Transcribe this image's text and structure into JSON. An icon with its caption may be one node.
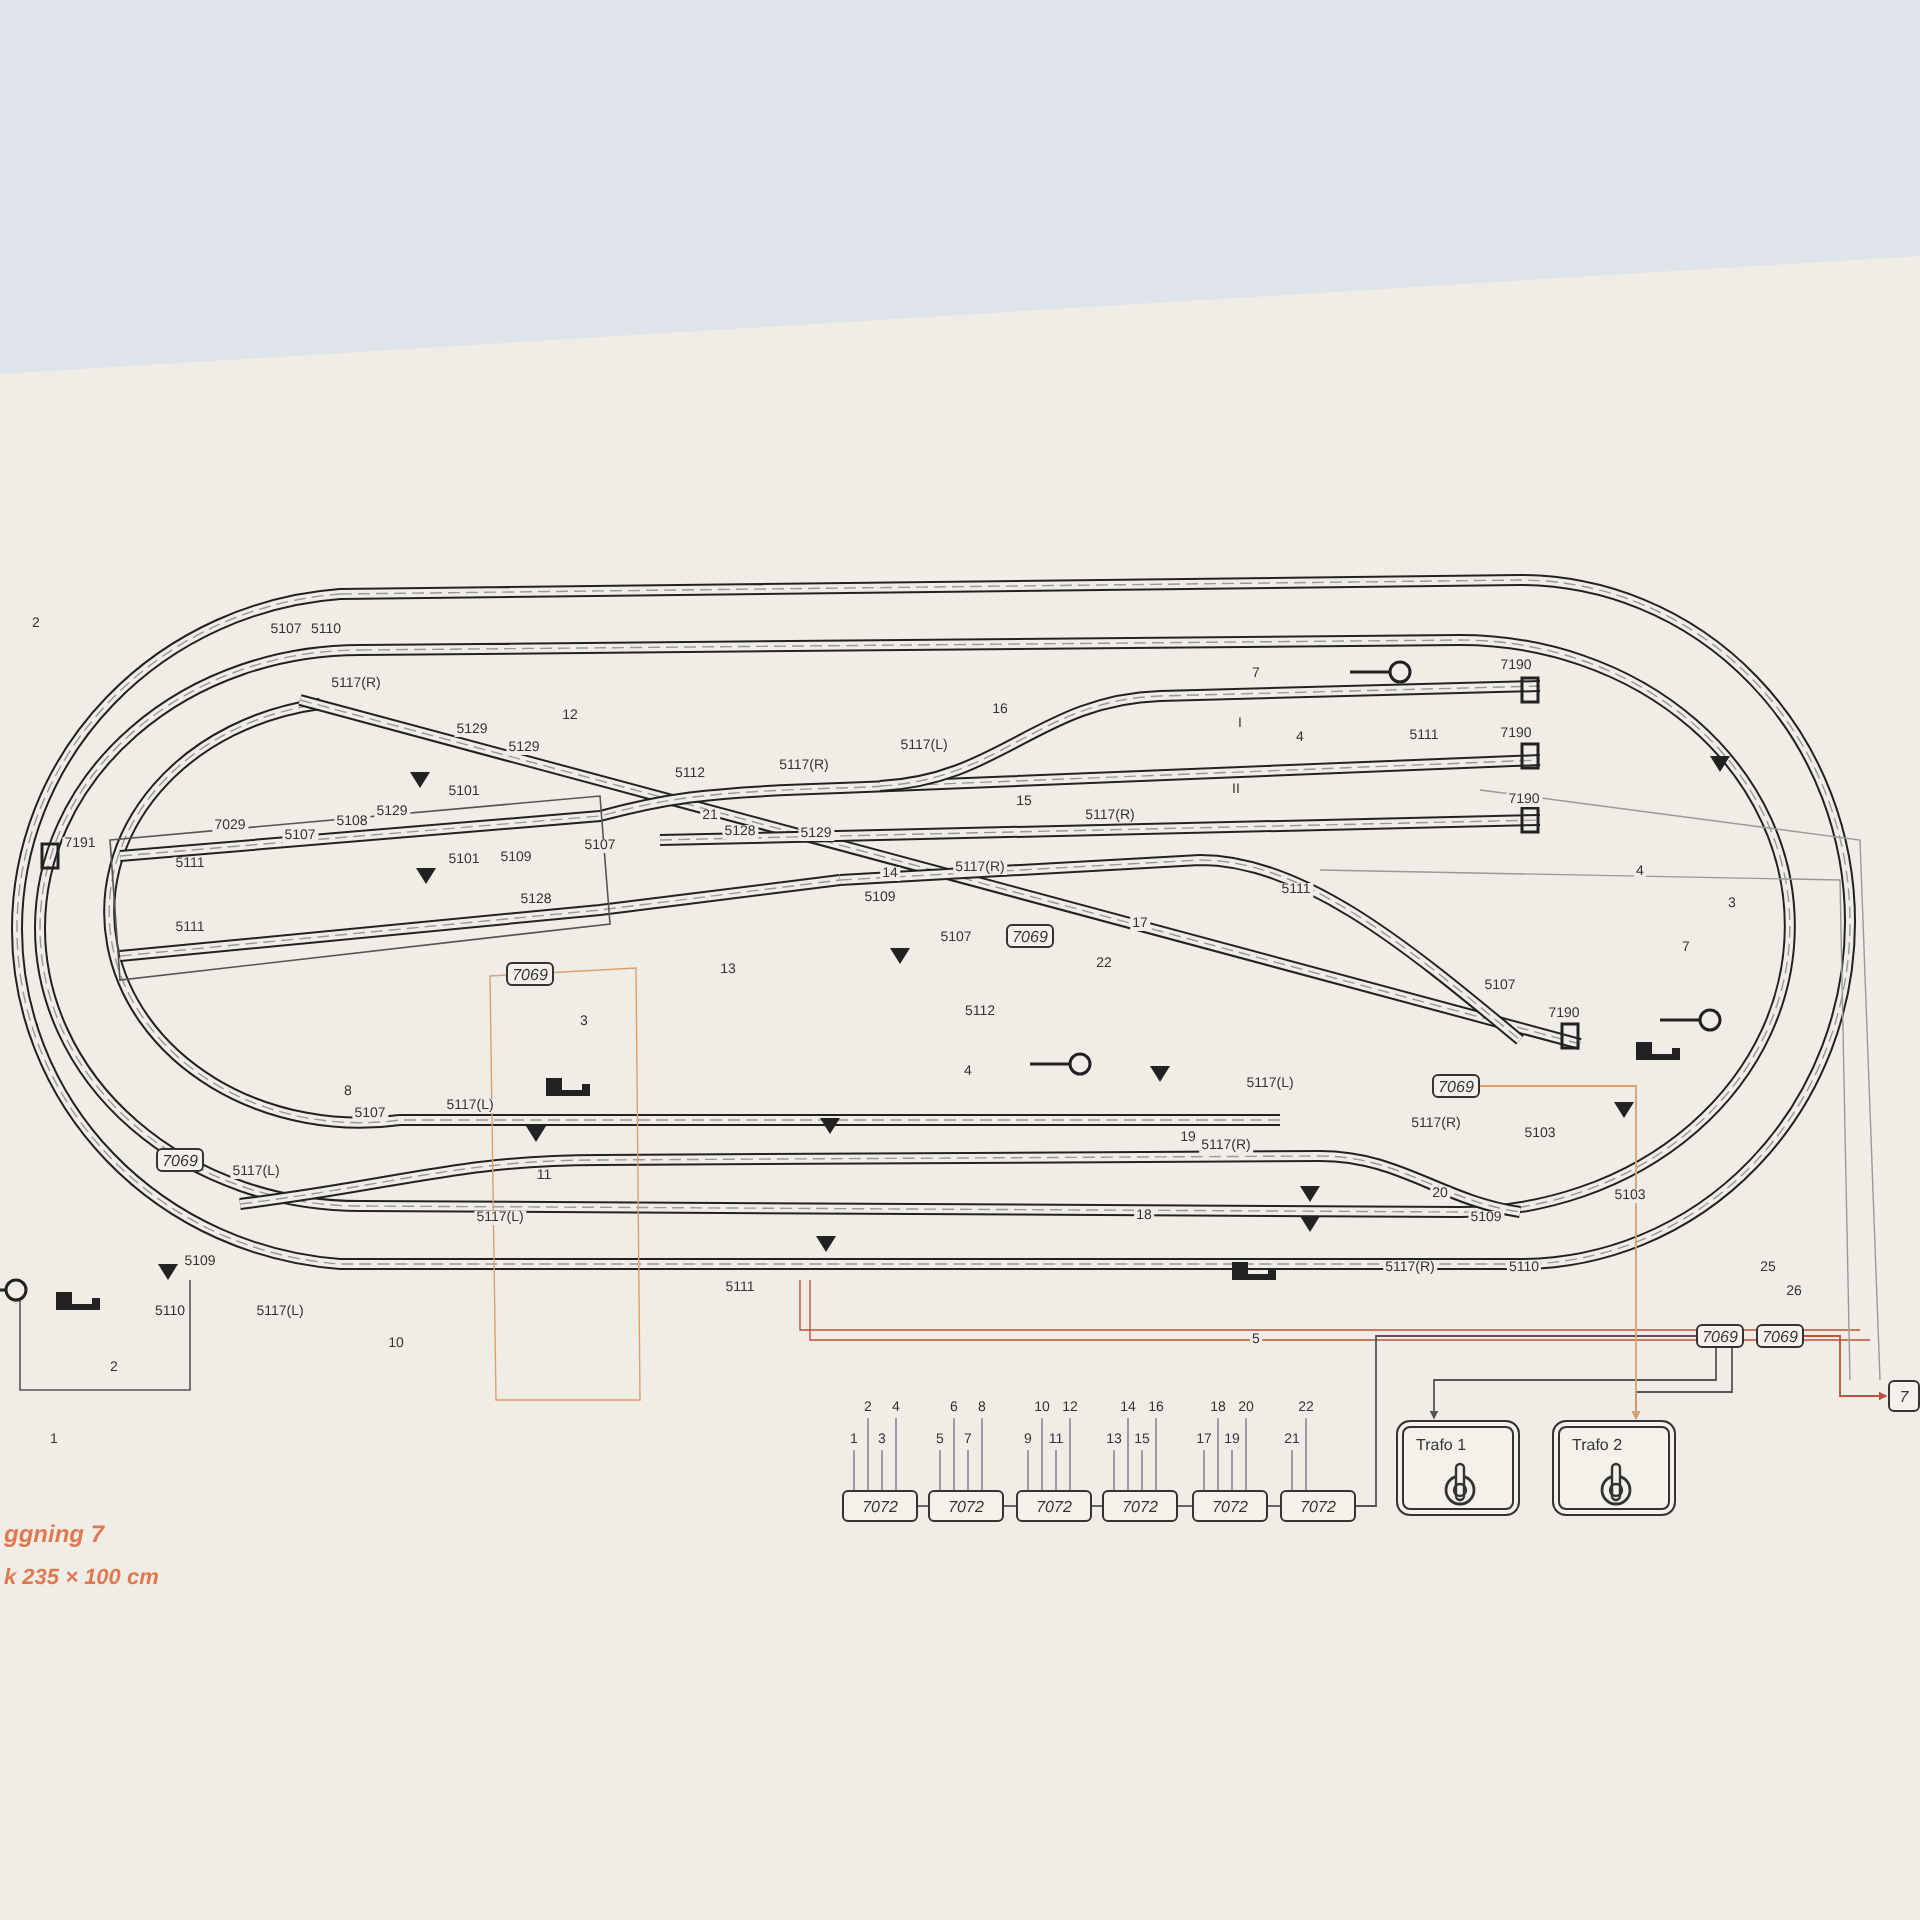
{
  "diagram": {
    "title": "ggning 7",
    "caption": "k 235 × 100 cm",
    "nodes": [
      {
        "text": [
          "7069"
        ]
      },
      {
        "text": [
          "7069"
        ]
      },
      {
        "text": [
          "7069"
        ]
      },
      {
        "text": [
          "7069"
        ]
      },
      {
        "text": [
          "7069"
        ]
      },
      {
        "text": [
          "7069"
        ]
      },
      {
        "text": [
          "7"
        ]
      },
      {
        "text": [
          "7072"
        ],
        "beside": [
          "1",
          "2",
          "3",
          "4"
        ]
      },
      {
        "text": [
          "7072"
        ],
        "beside": [
          "5",
          "6",
          "7",
          "8"
        ]
      },
      {
        "text": [
          "7072"
        ],
        "beside": [
          "9",
          "10",
          "11",
          "12"
        ]
      },
      {
        "text": [
          "7072"
        ],
        "beside": [
          "13",
          "14",
          "15",
          "16"
        ]
      },
      {
        "text": [
          "7072"
        ],
        "beside": [
          "17",
          "18",
          "19",
          "20"
        ]
      },
      {
        "text": [
          "7072"
        ],
        "beside": [
          "21",
          "22"
        ]
      },
      {
        "text": [
          "Trafo 1"
        ]
      },
      {
        "text": [
          "Trafo 2"
        ]
      }
    ],
    "edges": [
      {
        "from": 7,
        "to": 8,
        "arrow": "none"
      },
      {
        "from": 8,
        "to": 9,
        "arrow": "none"
      },
      {
        "from": 9,
        "to": 10,
        "arrow": "none"
      },
      {
        "from": 10,
        "to": 11,
        "arrow": "none"
      },
      {
        "from": 11,
        "to": 12,
        "arrow": "none"
      },
      {
        "from": 12,
        "to": 4,
        "arrow": "none"
      },
      {
        "from": 4,
        "to": 13,
        "arrow": "to"
      },
      {
        "from": 4,
        "to": 14,
        "arrow": "to"
      },
      {
        "from": 2,
        "to": 14,
        "arrow": "to",
        "color": "#d9a070"
      },
      {
        "from": 5,
        "to": 6,
        "arrow": "to",
        "color": "#c0503a"
      }
    ],
    "labels": [
      "2",
      "5107",
      "5110",
      "5117(R)",
      "12",
      "5129",
      "5129",
      "7",
      "16",
      "7190",
      "5117(L)",
      "I",
      "4",
      "5112",
      "5117(R)",
      "5111",
      "7190",
      "5101",
      "5129",
      "21",
      "5128",
      "5129",
      "15",
      "II",
      "7190",
      "7029",
      "5107",
      "5108",
      "7191",
      "5111",
      "5101",
      "5109",
      "5107",
      "5128",
      "14",
      "5117(R)",
      "5117(R)",
      "5109",
      "17",
      "5111",
      "4",
      "5111",
      "13",
      "5107",
      "22",
      "3",
      "7",
      "5112",
      "5107",
      "7190",
      "3",
      "4",
      "8",
      "5107",
      "5117(L)",
      "5117(L)",
      "5117(L)",
      "11",
      "19",
      "5117(R)",
      "5117(R)",
      "5103",
      "5117(L)",
      "18",
      "20",
      "5109",
      "5103",
      "5109",
      "5110",
      "5117(L)",
      "5117(R)",
      "5110",
      "5111",
      "10",
      "5",
      "2",
      "1",
      "25",
      "26"
    ]
  }
}
